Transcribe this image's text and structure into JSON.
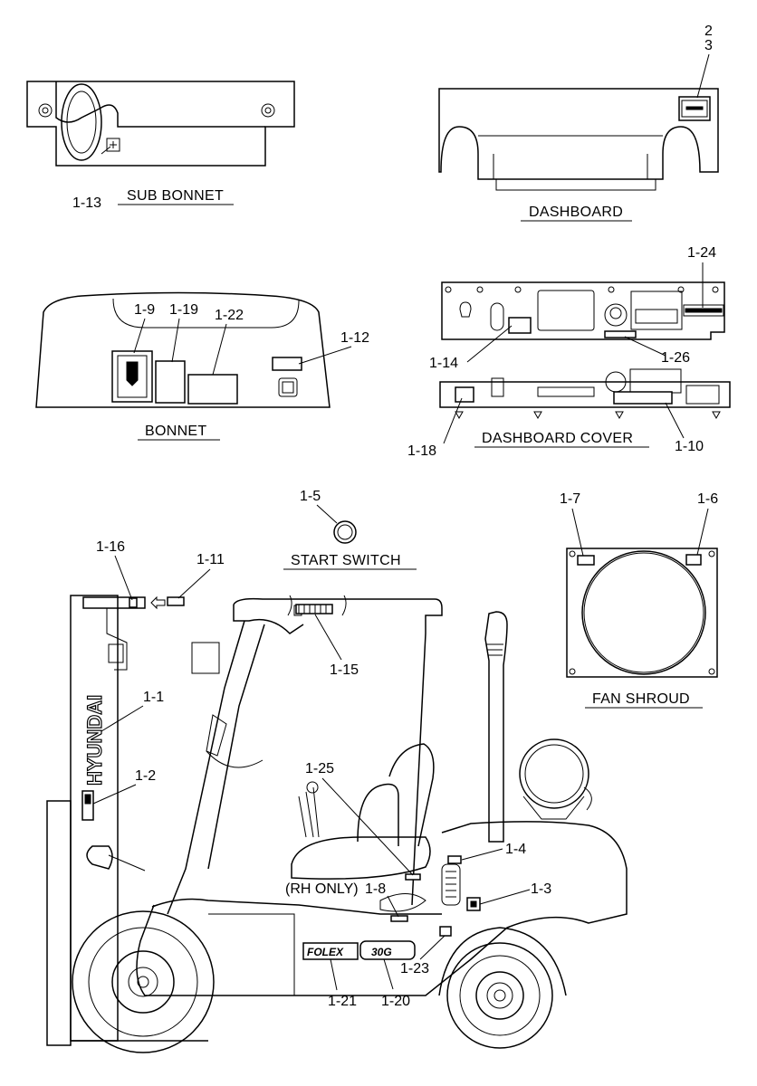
{
  "sections": {
    "sub_bonnet": "SUB BONNET",
    "dashboard": "DASHBOARD",
    "bonnet": "BONNET",
    "dashboard_cover": "DASHBOARD COVER",
    "start_switch": "START SWITCH",
    "fan_shroud": "FAN SHROUD"
  },
  "callouts": {
    "c2": "2",
    "c3": "3",
    "c1_13": "1-13",
    "c1_24": "1-24",
    "c1_14": "1-14",
    "c1_26": "1-26",
    "c1_18": "1-18",
    "c1_10": "1-10",
    "c1_9": "1-9",
    "c1_19": "1-19",
    "c1_22": "1-22",
    "c1_12": "1-12",
    "c1_5": "1-5",
    "c1_7": "1-7",
    "c1_6": "1-6",
    "c1_16": "1-16",
    "c1_11": "1-11",
    "c1_15": "1-15",
    "c1_1": "1-1",
    "c1_2": "1-2",
    "c1_25": "1-25",
    "c1_4": "1-4",
    "rh_only": "(RH ONLY)",
    "c1_8": "1-8",
    "c1_3": "1-3",
    "c1_23": "1-23",
    "c1_21": "1-21",
    "c1_20": "1-20"
  },
  "decals": {
    "mast_brand": "HYUNDAI",
    "model_logo": "FOLEX",
    "capacity_logo": "30G"
  }
}
